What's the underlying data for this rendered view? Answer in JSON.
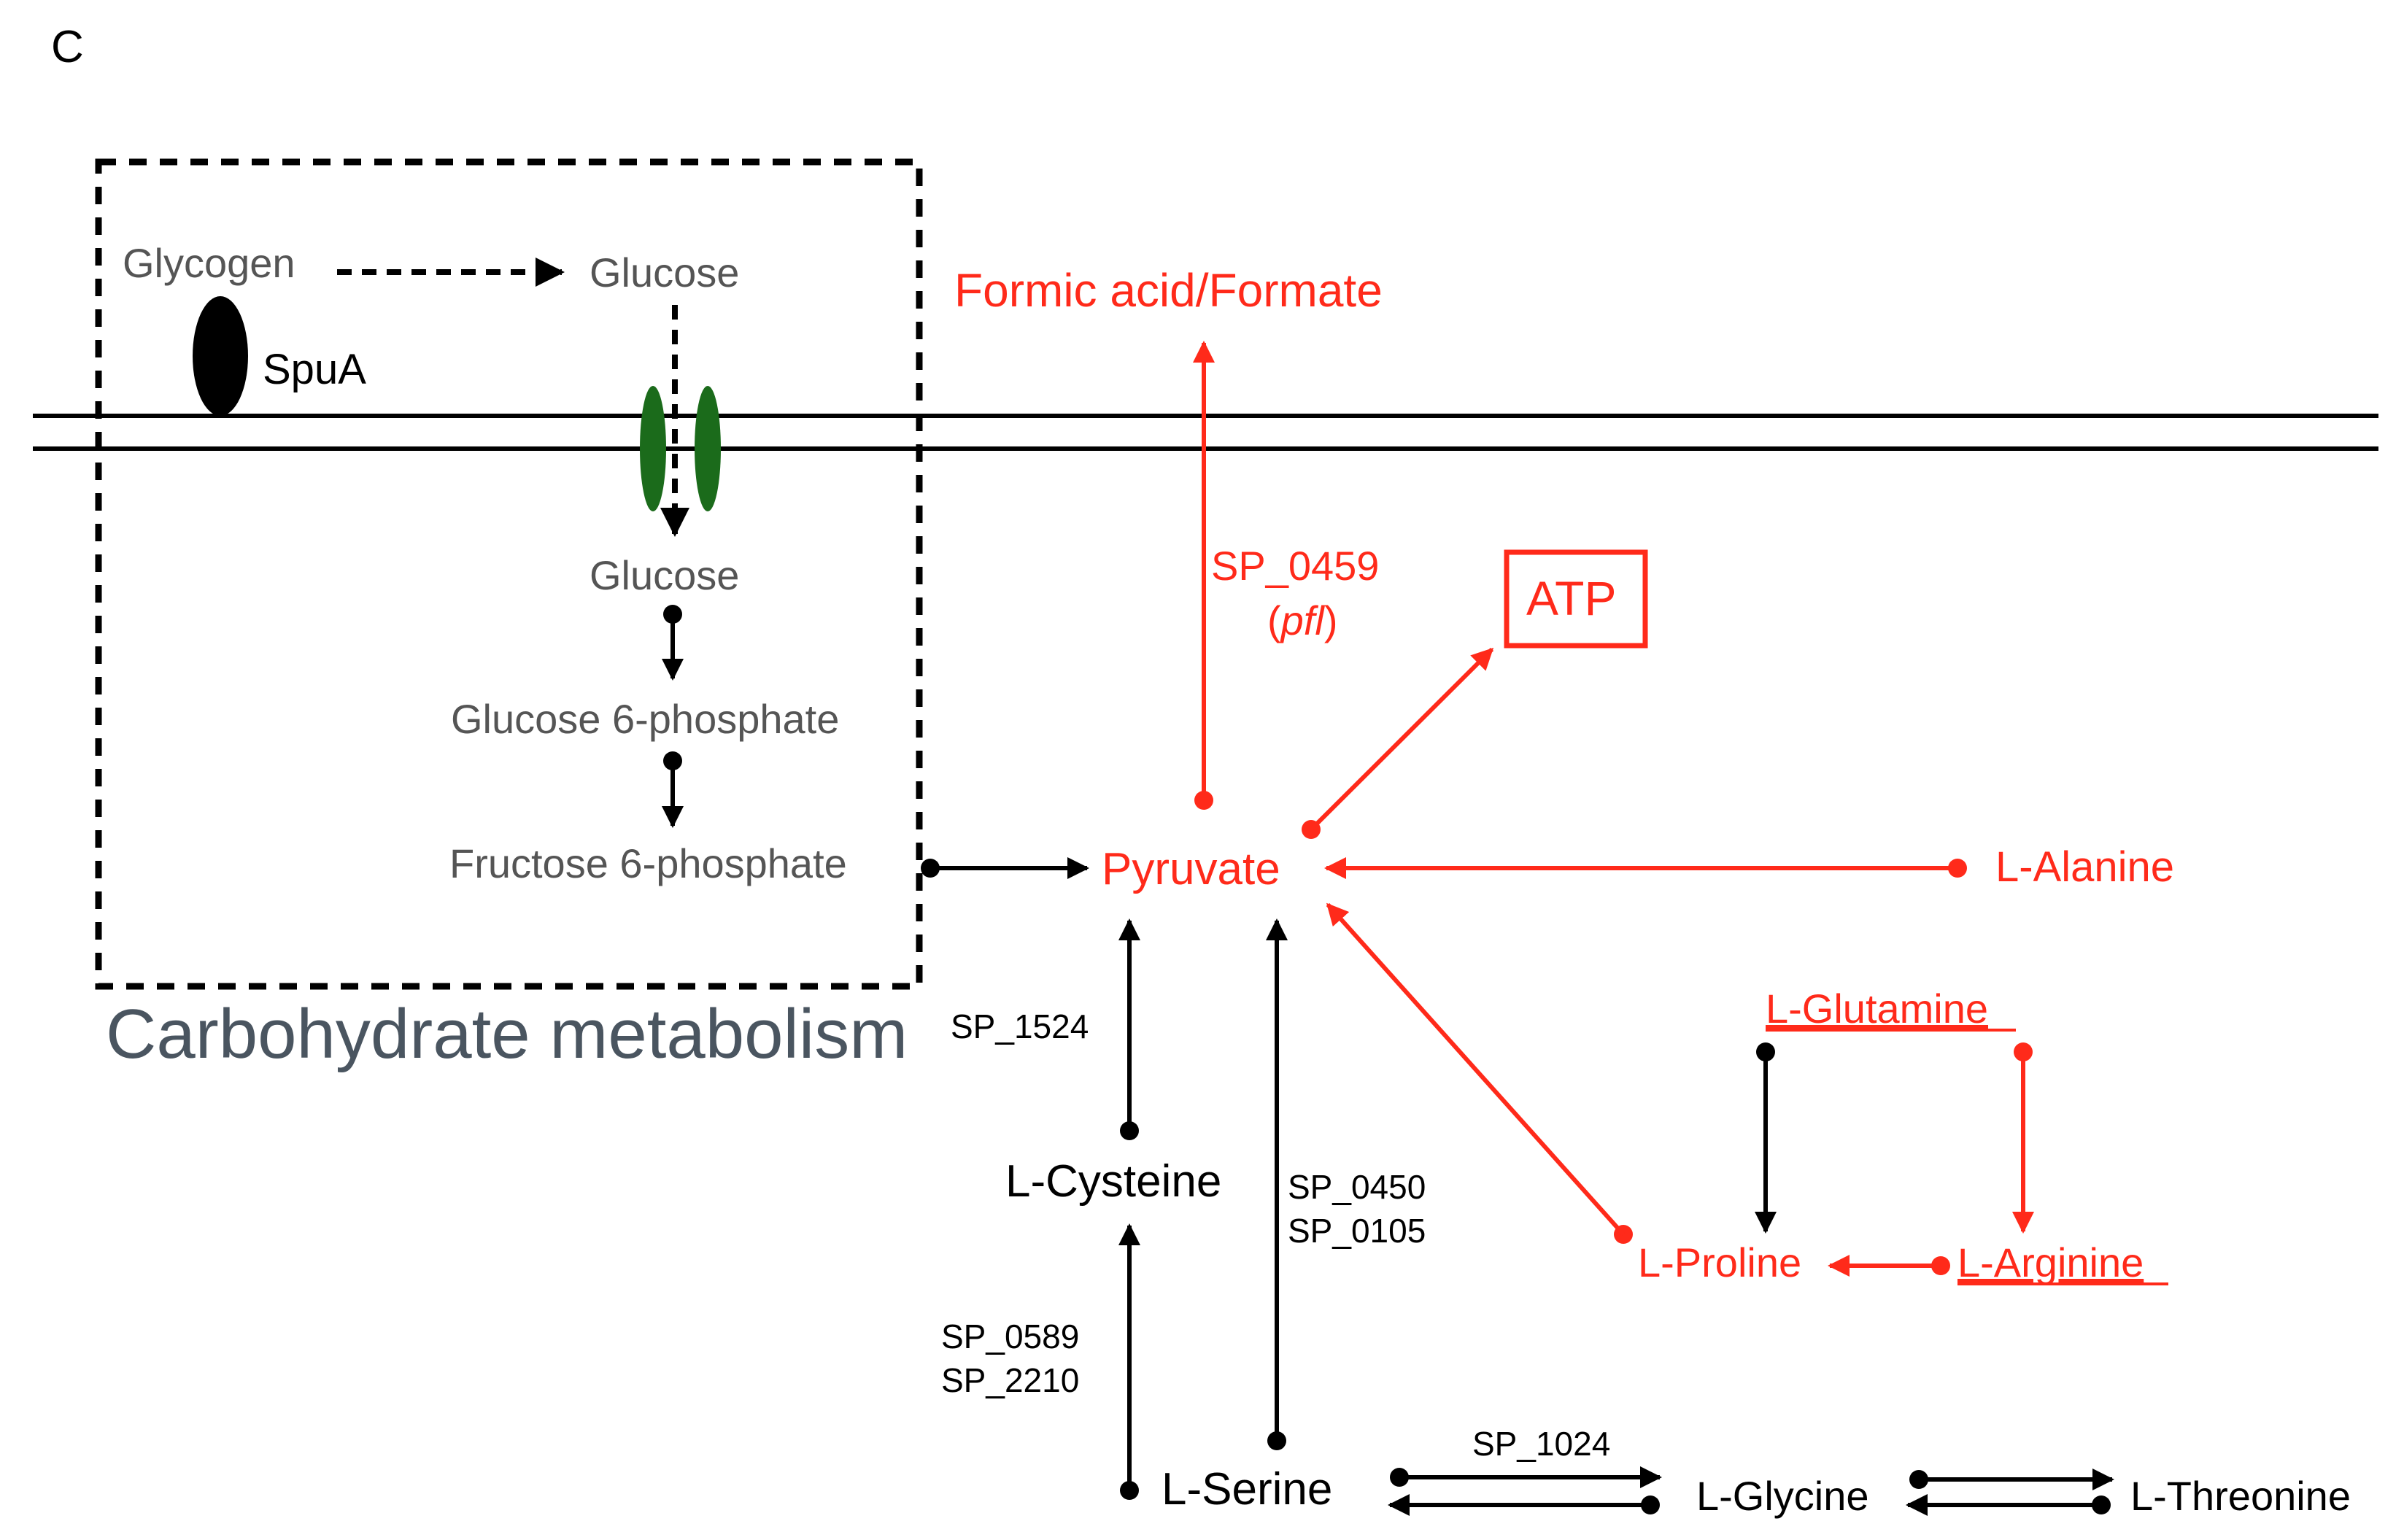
{
  "panel_label": "C",
  "colors": {
    "black": "#000000",
    "gray": "#555555",
    "red": "#ff2a1a",
    "green": "#1b6b1b",
    "slate": "#4a5560"
  },
  "carbohydrate": {
    "title": "Carbohydrate metabolism",
    "glycogen": "Glycogen",
    "glucose_out": "Glucose",
    "spua": "SpuA",
    "glucose_in": "Glucose",
    "g6p": "Glucose 6-phosphate",
    "f6p": "Fructose 6-phosphate"
  },
  "nodes": {
    "formate": "Formic acid/Formate",
    "atp": "ATP",
    "pyruvate": "Pyruvate",
    "alanine": "L-Alanine",
    "glutamine": "L-Glutamine",
    "proline": "L-Proline",
    "arginine": "L-Arginine",
    "cysteine": "L-Cysteine",
    "serine": "L-Serine",
    "glycine": "L-Glycine",
    "threonine": "L-Threonine"
  },
  "enzymes": {
    "pfl_gene": "SP_0459",
    "pfl_name": "pfl",
    "sp1524": "SP_1524",
    "sp0450": "SP_0450",
    "sp0105": "SP_0105",
    "sp0589": "SP_0589",
    "sp2210": "SP_2210",
    "sp1024": "SP_1024"
  }
}
